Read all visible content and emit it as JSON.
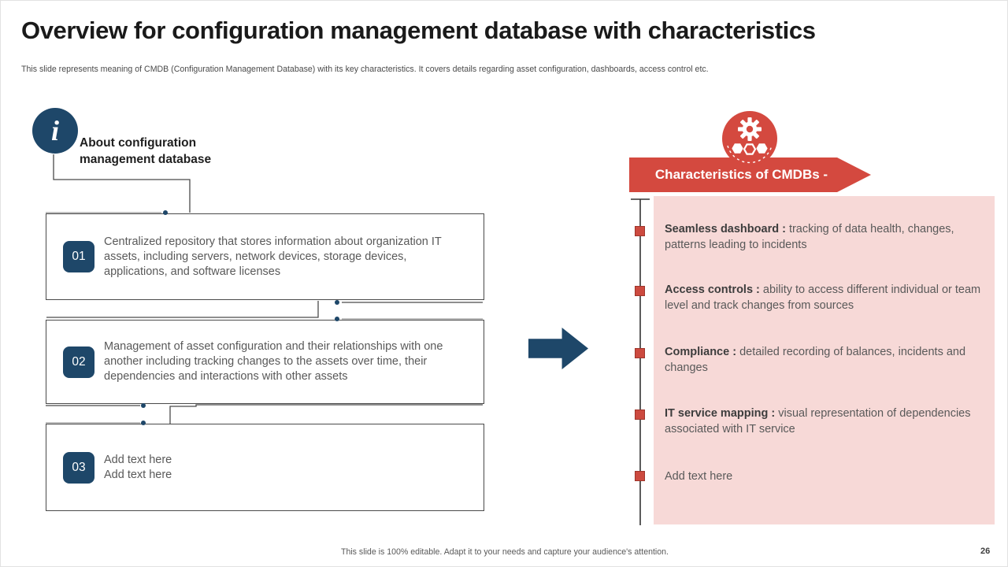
{
  "slide": {
    "title": "Overview for configuration management database with characteristics",
    "subtitle": "This slide represents meaning of CMDB (Configuration Management Database) with its key characteristics. It covers details regarding asset configuration, dashboards, access control etc.",
    "footer": "This slide is 100% editable. Adapt it to your needs and capture your audience's attention.",
    "page_number": "26"
  },
  "left_section": {
    "info_icon_glyph": "i",
    "heading": "About configuration\nmanagement database",
    "items": [
      {
        "number": "01",
        "text": "Centralized repository that stores information about organization IT assets, including servers, network devices, storage devices, applications, and software licenses"
      },
      {
        "number": "02",
        "text": "Management of asset configuration and their relationships with one another including tracking changes to the assets over time, their dependencies and interactions with other assets"
      },
      {
        "number": "03",
        "text": "Add text here\nAdd text here"
      }
    ]
  },
  "right_section": {
    "banner_label": "Characteristics of CMDBs -",
    "items": [
      {
        "label": "Seamless dashboard : ",
        "text": "tracking of data health, changes, patterns leading to incidents"
      },
      {
        "label": "Access controls : ",
        "text": "ability to access different individual or team level and track changes from sources"
      },
      {
        "label": "Compliance : ",
        "text": "detailed recording of balances, incidents and changes"
      },
      {
        "label": "IT service mapping : ",
        "text": "visual representation of dependencies associated with IT service"
      },
      {
        "label": "",
        "text": "Add text here"
      }
    ]
  },
  "colors": {
    "navy": "#1E4769",
    "red": "#D4493F",
    "red_bullet": "#CC4A3F",
    "red_bullet_border": "#9E352B",
    "pink_panel": "#F7D9D7",
    "body_gray": "#595959",
    "title_black": "#1a1a1a"
  }
}
